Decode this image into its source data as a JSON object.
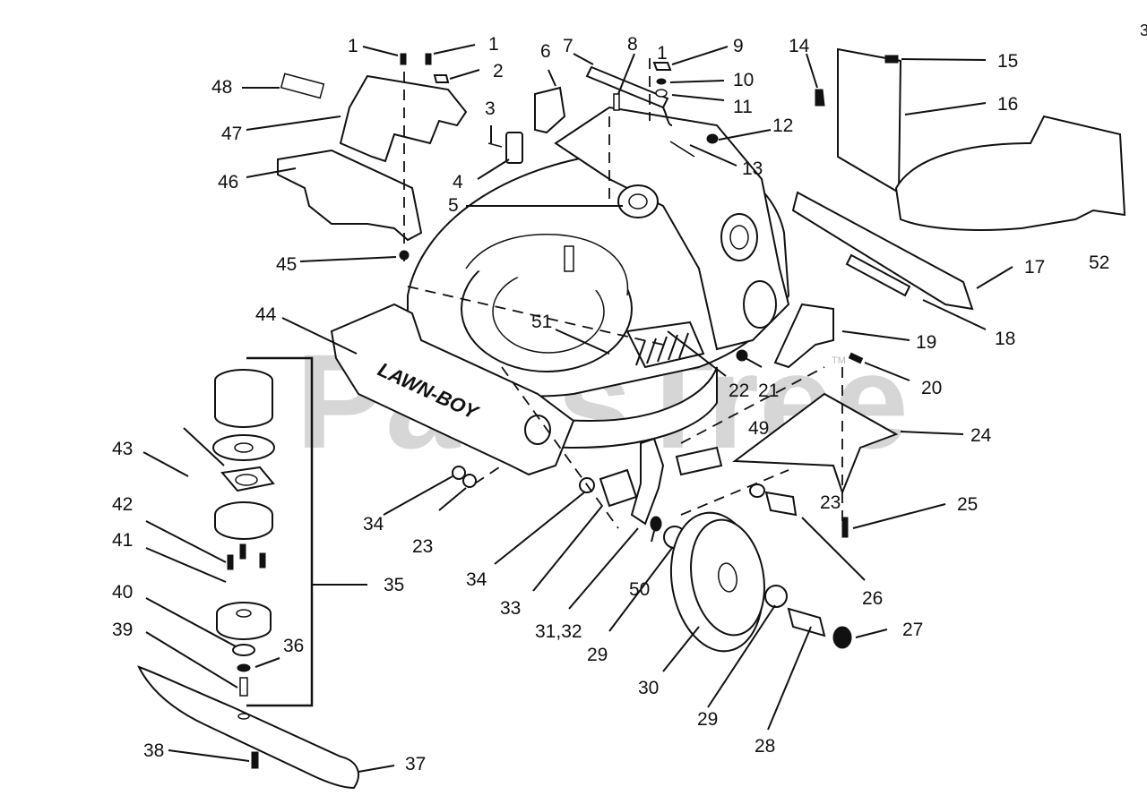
{
  "diagram": {
    "title": "Lawn-Boy mower deck exploded parts diagram",
    "brand_label": "LAWN-BOY",
    "watermark": "PartsTree",
    "watermark_tm": "TM",
    "edge_mark": "3",
    "callouts": [
      {
        "id": "c1a",
        "label": "1"
      },
      {
        "id": "c1b",
        "label": "1"
      },
      {
        "id": "c1c",
        "label": "1"
      },
      {
        "id": "c2",
        "label": "2"
      },
      {
        "id": "c3",
        "label": "3"
      },
      {
        "id": "c4",
        "label": "4"
      },
      {
        "id": "c5",
        "label": "5"
      },
      {
        "id": "c6",
        "label": "6"
      },
      {
        "id": "c7",
        "label": "7"
      },
      {
        "id": "c8",
        "label": "8"
      },
      {
        "id": "c9",
        "label": "9"
      },
      {
        "id": "c10",
        "label": "10"
      },
      {
        "id": "c11",
        "label": "11"
      },
      {
        "id": "c12",
        "label": "12"
      },
      {
        "id": "c13",
        "label": "13"
      },
      {
        "id": "c14",
        "label": "14"
      },
      {
        "id": "c15",
        "label": "15"
      },
      {
        "id": "c16",
        "label": "16"
      },
      {
        "id": "c17",
        "label": "17"
      },
      {
        "id": "c18",
        "label": "18"
      },
      {
        "id": "c19",
        "label": "19"
      },
      {
        "id": "c20",
        "label": "20"
      },
      {
        "id": "c21",
        "label": "21"
      },
      {
        "id": "c22",
        "label": "22"
      },
      {
        "id": "c23a",
        "label": "23"
      },
      {
        "id": "c23b",
        "label": "23"
      },
      {
        "id": "c24",
        "label": "24"
      },
      {
        "id": "c25",
        "label": "25"
      },
      {
        "id": "c26",
        "label": "26"
      },
      {
        "id": "c27",
        "label": "27"
      },
      {
        "id": "c28",
        "label": "28"
      },
      {
        "id": "c29a",
        "label": "29"
      },
      {
        "id": "c29b",
        "label": "29"
      },
      {
        "id": "c30",
        "label": "30"
      },
      {
        "id": "c3132",
        "label": "31,32"
      },
      {
        "id": "c33",
        "label": "33"
      },
      {
        "id": "c34a",
        "label": "34"
      },
      {
        "id": "c34b",
        "label": "34"
      },
      {
        "id": "c35",
        "label": "35"
      },
      {
        "id": "c36",
        "label": "36"
      },
      {
        "id": "c37",
        "label": "37"
      },
      {
        "id": "c38",
        "label": "38"
      },
      {
        "id": "c39",
        "label": "39"
      },
      {
        "id": "c40",
        "label": "40"
      },
      {
        "id": "c41",
        "label": "41"
      },
      {
        "id": "c42",
        "label": "42"
      },
      {
        "id": "c43",
        "label": "43"
      },
      {
        "id": "c44",
        "label": "44"
      },
      {
        "id": "c45",
        "label": "45"
      },
      {
        "id": "c46",
        "label": "46"
      },
      {
        "id": "c47",
        "label": "47"
      },
      {
        "id": "c48",
        "label": "48"
      },
      {
        "id": "c49",
        "label": "49"
      },
      {
        "id": "c50",
        "label": "50"
      },
      {
        "id": "c51",
        "label": "51"
      },
      {
        "id": "c52",
        "label": "52"
      }
    ]
  }
}
